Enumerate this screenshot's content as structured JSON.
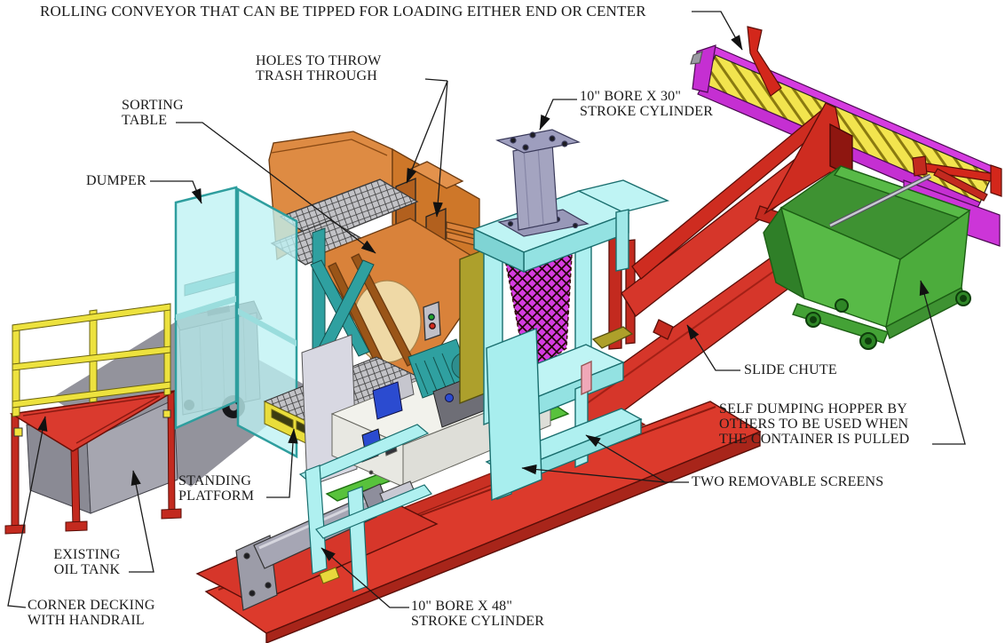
{
  "diagram": {
    "type": "isometric-equipment-callout-drawing",
    "subject": "Trash sorting and compacting system layout",
    "labels": {
      "rolling_conveyor": "ROLLING CONVEYOR THAT CAN BE TIPPED FOR LOADING EITHER END OR CENTER",
      "holes": "HOLES TO THROW\nTRASH THROUGH",
      "sorting_table": "SORTING\nTABLE",
      "dumper": "DUMPER",
      "cylinder_30": "10\" BORE X 30\"\nSTROKE CYLINDER",
      "slide_chute": "SLIDE CHUTE",
      "self_dumping_hopper": "SELF DUMPING HOPPER BY\nOTHERS TO BE USED WHEN\nTHE CONTAINER IS PULLED",
      "removable_screens": "TWO REMOVABLE SCREENS",
      "standing_platform": "STANDING\nPLATFORM",
      "oil_tank": "EXISTING\nOIL TANK",
      "corner_decking": "CORNER DECKING\nWITH HANDRAIL",
      "cylinder_48": "10\" BORE X 48\"\nSTROKE CYLINDER"
    },
    "colors": {
      "ink": "#1a1a1a",
      "orange": "#DE8B43",
      "cyan": "#AFF0F0",
      "red": "#DC3A2C",
      "magenta": "#D53CE0",
      "yellow": "#EDE23E",
      "green": "#58BA47",
      "steel": "#A6A6B4",
      "gray": "#A6A6B0",
      "teal": "#2FA0A0",
      "netred": "#C8281E",
      "white-unit": "#F2F2EC"
    }
  }
}
